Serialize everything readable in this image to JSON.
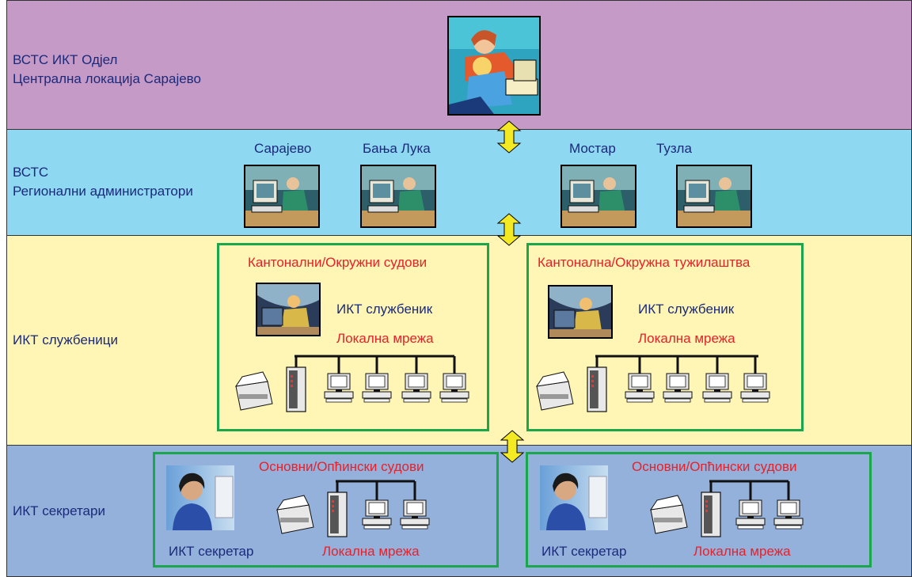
{
  "colors": {
    "tier1": "#c59ac7",
    "tier2": "#8fd8f2",
    "tier3": "#fff5b4",
    "tier4": "#94b1dc",
    "box_border": "#1aa64a",
    "arrow": "#f3ea23",
    "label_blue": "#1a2a7a",
    "label_red": "#e8202a"
  },
  "tier1": {
    "line1": "ВСТС ИКТ Одјел",
    "line2": "Централна локација Сарајево",
    "icon": "person-at-computer-icon"
  },
  "tier2": {
    "line1": "ВСТС",
    "line2": "Регионални администратори",
    "regions": [
      "Сарајево",
      "Бања Лука",
      "Мостар",
      "Тузла"
    ],
    "icon": "admin-at-computer-icon"
  },
  "tier3": {
    "label": "ИКТ службеници",
    "boxes": [
      {
        "title": "Кантонални/Окружни судови",
        "officer": "ИКТ службеник",
        "network": "Локална мрежа"
      },
      {
        "title": "Кантонална/Окружна тужилаштва",
        "officer": "ИКТ службеник",
        "network": "Локална мрежа"
      }
    ]
  },
  "tier4": {
    "label": "ИКТ секретари",
    "boxes": [
      {
        "title": "Основни/Опћински судови",
        "secretary": "ИКТ секретар",
        "network": "Локална мрежа"
      },
      {
        "title": "Основни/Опћински судови",
        "secretary": "ИКТ секретар",
        "network": "Локална мрежа"
      }
    ]
  },
  "icons": [
    "printer-icon",
    "server-icon",
    "workstation-icon",
    "double-arrow-icon"
  ]
}
